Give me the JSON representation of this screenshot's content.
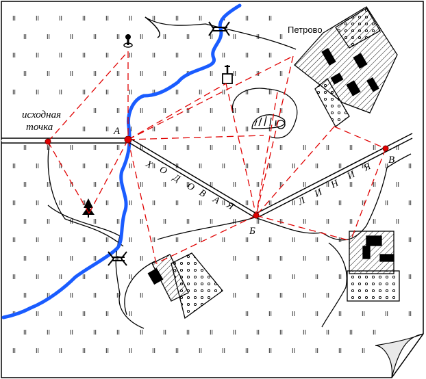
{
  "labels": {
    "start_line1": "исходная",
    "start_line2": "точка",
    "point_a": "А",
    "point_b": "Б",
    "point_v": "В",
    "village": "Петрово"
  },
  "route_text_segment1": [
    "Х",
    "О",
    "Д",
    "О",
    "В",
    "А",
    "Я"
  ],
  "route_text_segment2": [
    "Л",
    "И",
    "Н",
    "И",
    "Я"
  ],
  "grass_glyph": "ll",
  "colors": {
    "river": "#1a5cff",
    "sight_lines": "#e00000",
    "points": "#e00000",
    "lines": "#000000"
  },
  "icons": [
    "tower-icon",
    "water-tower-icon",
    "tree-icon",
    "bridge-icon",
    "survey-point-icon"
  ]
}
